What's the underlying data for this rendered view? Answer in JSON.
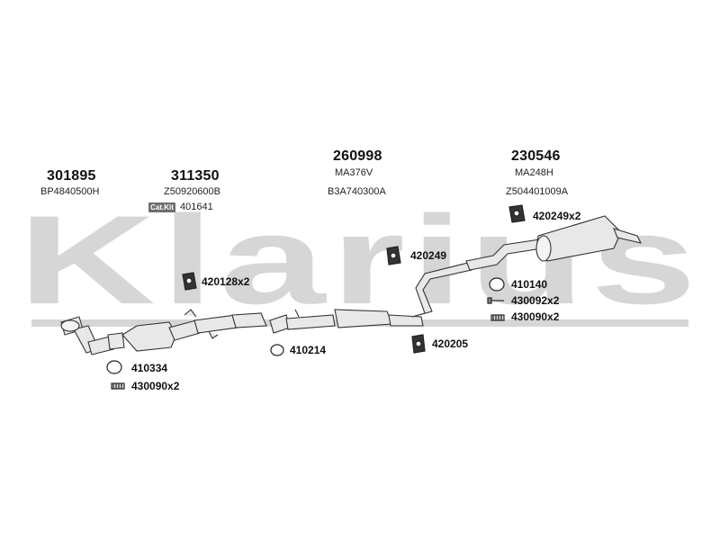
{
  "brand": {
    "watermark_text": "Klarius"
  },
  "groups": [
    {
      "part_number": "301895",
      "refs": [
        "BP4840500H"
      ]
    },
    {
      "part_number": "311350",
      "refs": [
        "Z50920600B"
      ],
      "catkit_badge": "Cat.Kit",
      "catkit_number": "401641"
    },
    {
      "part_number": "260998",
      "refs": [
        "MA376V",
        "B3A740300A"
      ]
    },
    {
      "part_number": "230546",
      "refs": [
        "MA248H",
        "Z504401009A"
      ]
    }
  ],
  "fittings": [
    {
      "label": "420128x2",
      "icon": "rubber-hanger-icon"
    },
    {
      "label": "410214",
      "icon": "gasket-ring-icon"
    },
    {
      "label": "410334",
      "icon": "gasket-ring-icon"
    },
    {
      "label": "430090x2",
      "icon": "spring-bolt-icon"
    },
    {
      "label": "420249",
      "icon": "rubber-hanger-icon"
    },
    {
      "label": "420205",
      "icon": "rubber-hanger-icon"
    },
    {
      "label": "420249x2",
      "icon": "rubber-hanger-icon"
    },
    {
      "label": "410140",
      "icon": "gasket-ring-icon"
    },
    {
      "label": "430092x2",
      "icon": "bolt-icon"
    },
    {
      "label": "430090x2",
      "icon": "spring-bolt-icon"
    }
  ],
  "colors": {
    "watermark": "#d4d4d4",
    "part_outline": "#333333",
    "part_fill": "#e6e6e6",
    "badge": "#6e6e6e"
  }
}
